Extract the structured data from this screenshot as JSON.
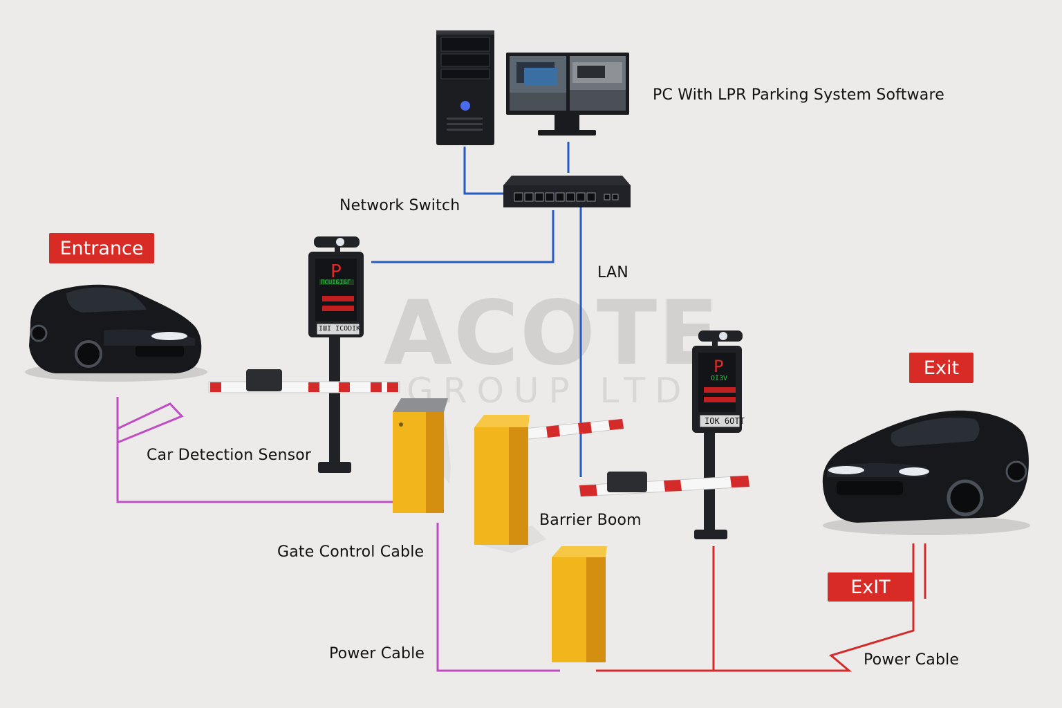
{
  "watermark": {
    "line1": "ACOTE",
    "line2": "GROUP LTD"
  },
  "tags": {
    "entrance": "Entrance",
    "exit_top": "Exit",
    "exit_bottom": "ExΙΤ"
  },
  "labels": {
    "pc": "PC With LPR Parking System Software",
    "switch": "Network Switch",
    "lan": "LAN",
    "sensor": "Car Detection Sensor",
    "boom": "Barrier Boom",
    "gate_cable": "Gate Control Cable",
    "power_left": "Power Cable",
    "power_right": "Power Cable"
  },
  "camera_displays": {
    "left": {
      "sign": "P",
      "green_text": "ПСUIБIБГ",
      "plate": "ІШІ ІCODIK"
    },
    "right": {
      "sign": "P",
      "green_text": "OI3V",
      "plate": "IOK 6OTT"
    }
  },
  "colors": {
    "tag_red": "#d92b26",
    "lan_blue": "#2559c4",
    "sensor_purple": "#c04cc4",
    "power_red": "#d42a2a",
    "barrier_yellow": "#f2b51c",
    "car_black": "#16181c"
  }
}
